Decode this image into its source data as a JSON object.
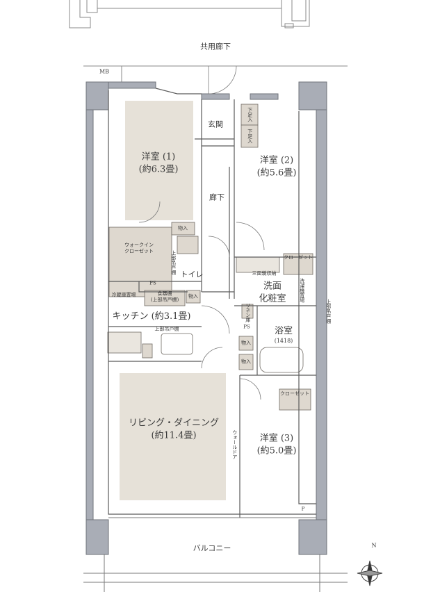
{
  "plan": {
    "corridor": "共用廊下",
    "mb": "MB",
    "balcony": "バルコニー",
    "compass_north": "N",
    "rooms": {
      "western1_name": "洋室 (1)",
      "western1_size": "(約6.3畳)",
      "western2_name": "洋室 (2)",
      "western2_size": "(約5.6畳)",
      "western3_name": "洋室 (3)",
      "western3_size": "(約5.0畳)",
      "entrance": "玄関",
      "hallway": "廊下",
      "toilet": "トイレ",
      "kitchen": "キッチン (約3.1畳)",
      "living_name": "リビング・ダイニング",
      "living_size": "(約11.4畳)",
      "washroom_1": "洗面",
      "washroom_2": "化粧室",
      "bathroom": "浴室",
      "bathroom_size": "(1418)"
    },
    "labels": {
      "shoe_cabinet": "下足入",
      "storage": "物入",
      "closet": "クローゼット",
      "walkin_1": "ウォークイン",
      "walkin_2": "クローゼット",
      "ps": "PS",
      "fridge": "冷蔵庫置場",
      "cupboard_1": "食器棚",
      "cupboard_2": "(上部吊戸棚)",
      "upper_cabinet": "上部吊戸棚",
      "mirror_storage": "三面鏡収納",
      "washer": "洗濯機置場",
      "linen": "リネン庫",
      "wall_door": "ウォールドア",
      "p": "P"
    }
  }
}
